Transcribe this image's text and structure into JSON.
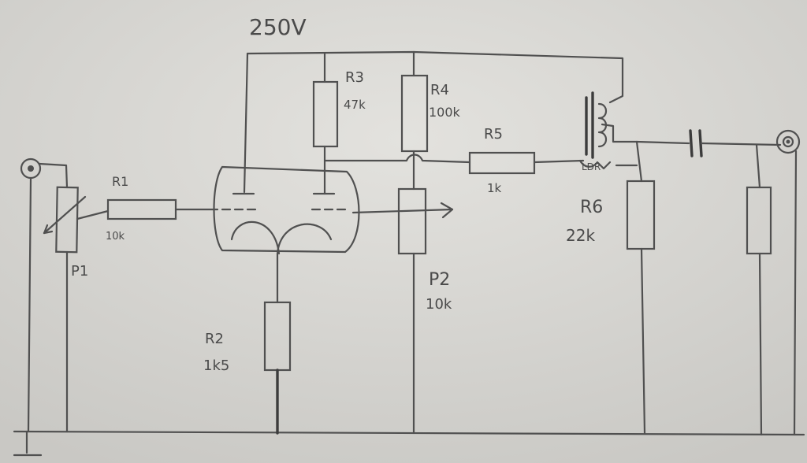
{
  "supply": {
    "voltage": "250V"
  },
  "components": {
    "r1": {
      "ref": "R1",
      "value": "10k"
    },
    "r2": {
      "ref": "R2",
      "value": "1k5"
    },
    "r3": {
      "ref": "R3",
      "value": "47k"
    },
    "r4": {
      "ref": "R4",
      "value": "100k"
    },
    "r5": {
      "ref": "R5",
      "value": "1k"
    },
    "r6": {
      "ref": "R6",
      "value": "22k"
    },
    "p1": {
      "ref": "P1"
    },
    "p2": {
      "ref": "P2",
      "value": "10k"
    },
    "ldr": {
      "ref": "LDR"
    }
  },
  "colors": {
    "paper": "#d9d8d4",
    "pencil": "#505050"
  }
}
